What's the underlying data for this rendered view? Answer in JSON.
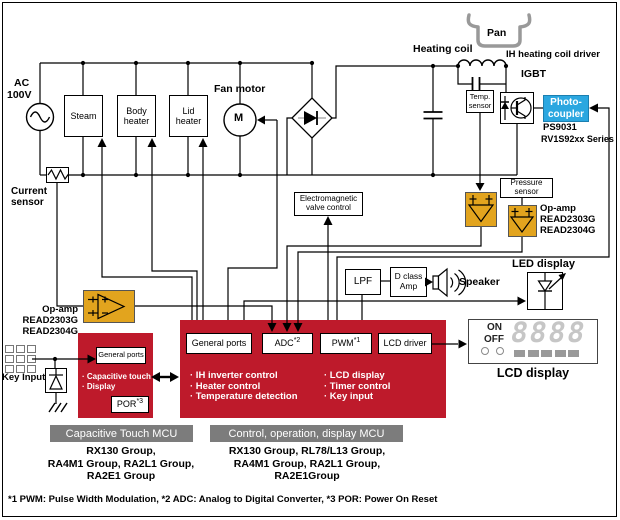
{
  "power": {
    "ac_line1": "AC",
    "ac_line2": "100V",
    "steam": "Steam",
    "body_line1": "Body",
    "body_line2": "heater",
    "lid_line1": "Lid",
    "lid_line2": "heater",
    "fan_label": "Fan motor",
    "motor": "M",
    "current_line1": "Current",
    "current_line2": "sensor"
  },
  "ih": {
    "pan": "Pan",
    "heating_coil": "Heating coil",
    "driver": "IH heating coil driver",
    "igbt": "IGBT",
    "photo_line1": "Photo-",
    "photo_line2": "coupler",
    "part_line1": "PS9031",
    "part_line2": "RV1S92xx Series",
    "temp_line1": "Temp.",
    "temp_line2": "sensor"
  },
  "sensors": {
    "pressure_line1": "Pressure",
    "pressure_line2": "sensor",
    "opamp_title": "Op-amp",
    "opamp_part1": "READ2303G",
    "opamp_part2": "READ2304G"
  },
  "valve": {
    "line1": "Electromagnetic",
    "line2": "valve control"
  },
  "audio": {
    "lpf": "LPF",
    "amp_line1": "D class",
    "amp_line2": "Amp",
    "speaker": "Speaker"
  },
  "display": {
    "led_label": "LED display",
    "lcd_label": "LCD display",
    "on": "ON",
    "off": "OFF",
    "digits": "8888"
  },
  "control_mcu": {
    "general_ports": "General ports",
    "adc": "ADC",
    "adc_sup": "*2",
    "pwm": "PWM",
    "pwm_sup": "*1",
    "lcd_driver": "LCD driver",
    "bullets_left": [
      "· IH inverter control",
      "· Heater control",
      "· Temperature detection"
    ],
    "bullets_right": [
      "· LCD display",
      "· Timer control",
      "· Key input"
    ],
    "tag": "Control, operation, display MCU",
    "groups": [
      "RX130 Group, RL78/L13 Group,",
      "RA4M1 Group, RA2L1 Group,",
      "RA2E1Group"
    ]
  },
  "touch_mcu": {
    "general_ports": "General ports",
    "bullets": [
      "· Capacitive touch",
      "· Display"
    ],
    "por": "POR",
    "por_sup": "*3",
    "tag": "Capacitive Touch MCU",
    "groups": [
      "RX130 Group,",
      "RA4M1 Group, RA2L1 Group,",
      "RA2E1 Group"
    ],
    "key_input": "Key Input"
  },
  "footnote": "*1 PWM: Pulse Width Modulation, *2 ADC: Analog to Digital Converter, *3 POR: Power On Reset",
  "colors": {
    "mcu_red": "#BE1A2B",
    "opamp_orange": "#E2A41E",
    "photo_blue": "#2BA7E0",
    "tag_gray": "#7C7C7C"
  }
}
